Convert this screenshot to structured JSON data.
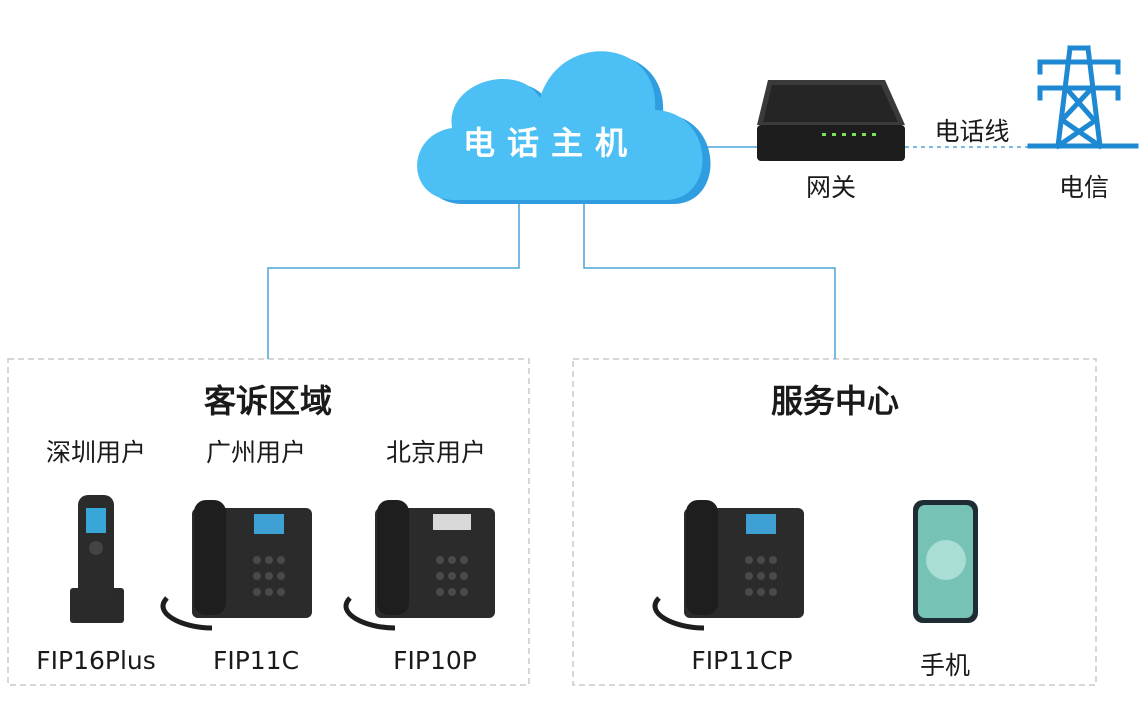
{
  "cloud": {
    "label": "电话主机"
  },
  "gateway": {
    "label": "网关"
  },
  "line": {
    "label": "电话线"
  },
  "telecom": {
    "label": "电信"
  },
  "zones": [
    {
      "title": "客诉区域",
      "devices": [
        {
          "group": "深圳用户",
          "model": "FIP16Plus",
          "icon": "cordless-phone-icon"
        },
        {
          "group": "广州用户",
          "model": "FIP11C",
          "icon": "desk-phone-icon"
        },
        {
          "group": "北京用户",
          "model": "FIP10P",
          "icon": "desk-phone-icon"
        }
      ]
    },
    {
      "title": "服务中心",
      "devices": [
        {
          "group": "",
          "model": "FIP11CP",
          "icon": "desk-phone-icon"
        },
        {
          "group": "",
          "model": "手机",
          "icon": "mobile-phone-icon"
        }
      ]
    }
  ],
  "colors": {
    "cloud": "#4cc0f4",
    "cloud_shadow": "#2f9de0",
    "connector": "#4aa3d9",
    "tower": "#1e88d2",
    "zone_border": "#c8c8c8"
  }
}
